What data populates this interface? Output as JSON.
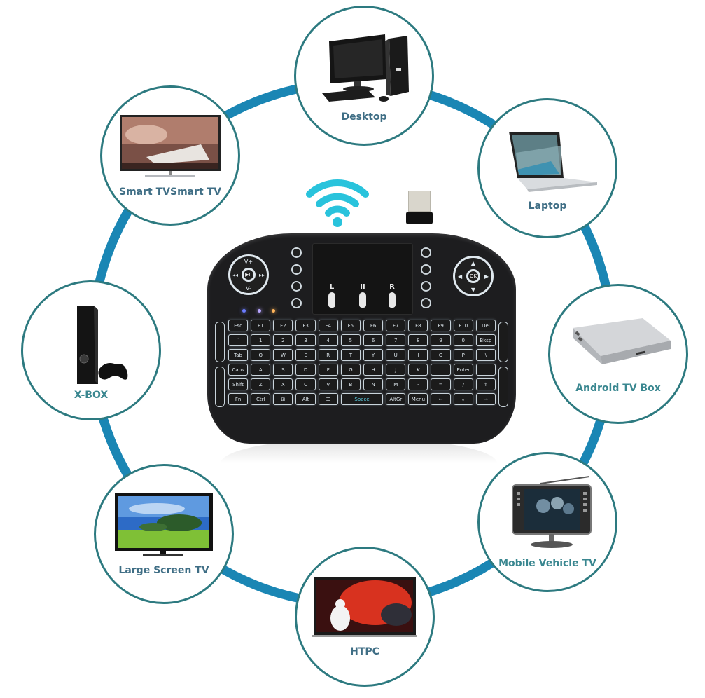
{
  "infographic": {
    "subject": "Backlit mini wireless keyboard with touchpad",
    "ring_color": "#1a86b4",
    "circle_border_color": "#2d7a80",
    "label_color": "#3f6e85",
    "wifi_color": "#29c3dc",
    "center_icons": {
      "wifi": "wifi-icon",
      "dongle": "usb-dongle-icon"
    }
  },
  "devices": [
    {
      "id": "desktop",
      "label": "Desktop",
      "icon": "desktop-computer-icon"
    },
    {
      "id": "laptop",
      "label": "Laptop",
      "icon": "laptop-icon"
    },
    {
      "id": "android-tv-box",
      "label": "Android TV Box",
      "icon": "tv-box-icon"
    },
    {
      "id": "mobile-vehicle",
      "label": "Mobile Vehicle TV",
      "icon": "vehicle-tv-icon"
    },
    {
      "id": "htpc",
      "label": "HTPC",
      "icon": "htpc-tv-icon"
    },
    {
      "id": "large-screen",
      "label": "Large Screen TV",
      "icon": "large-tv-icon"
    },
    {
      "id": "xbox",
      "label": "X-BOX",
      "icon": "game-console-icon"
    },
    {
      "id": "smart-tv",
      "label": "Smart TVSmart TV",
      "icon": "smart-tv-icon"
    }
  ],
  "keyboard": {
    "touchpad_buttons": [
      "L",
      "II",
      "R"
    ],
    "left_dpad": {
      "top": "V+",
      "bottom": "V-",
      "left": "◂◂",
      "right": "▸▸",
      "center": "▶II"
    },
    "right_dpad": {
      "top": "▲",
      "bottom": "▼",
      "left": "◀",
      "right": "▶",
      "center": "OK"
    },
    "led_colors": [
      "#6b7cff",
      "#b8a6ff",
      "#ffb45a"
    ],
    "key_rows": [
      [
        "Esc",
        "F1",
        "F2",
        "F3",
        "F4",
        "F5",
        "F6",
        "F7",
        "F8",
        "F9",
        "F10",
        "Del"
      ],
      [
        "`",
        "1",
        "2",
        "3",
        "4",
        "5",
        "6",
        "7",
        "8",
        "9",
        "0",
        "Bksp"
      ],
      [
        "Tab",
        "Q",
        "W",
        "E",
        "R",
        "T",
        "Y",
        "U",
        "I",
        "O",
        "P",
        "\\"
      ],
      [
        "Caps",
        "A",
        "S",
        "D",
        "F",
        "G",
        "H",
        "J",
        "K",
        "L",
        "Enter",
        ""
      ],
      [
        "Shift",
        "Z",
        "X",
        "C",
        "V",
        "B",
        "N",
        "M",
        "-",
        "=",
        "/",
        "↑"
      ],
      [
        "Fn",
        "Ctrl",
        "⊞",
        "Alt",
        "☰",
        "Space",
        "AltGr",
        "Menu",
        "←",
        "↓",
        "→"
      ]
    ]
  }
}
